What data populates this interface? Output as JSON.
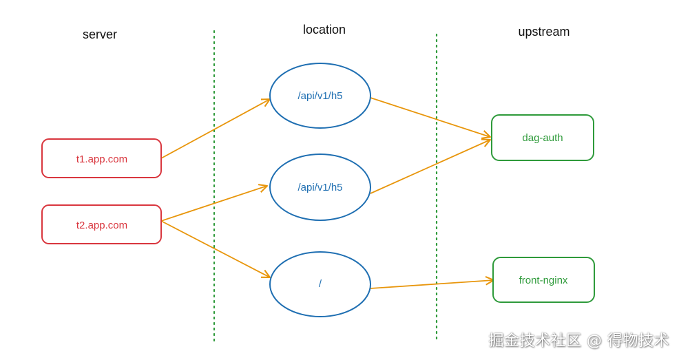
{
  "columns": {
    "server": "server",
    "location": "location",
    "upstream": "upstream"
  },
  "servers": [
    {
      "id": "t1",
      "label": "t1.app.com"
    },
    {
      "id": "t2",
      "label": "t2.app.com"
    }
  ],
  "locations": [
    {
      "id": "loc1",
      "label": "/api/v1/h5"
    },
    {
      "id": "loc2",
      "label": "/api/v1/h5"
    },
    {
      "id": "loc3",
      "label": "/"
    }
  ],
  "upstreams": [
    {
      "id": "dag",
      "label": "dag-auth"
    },
    {
      "id": "front",
      "label": "front-nginx"
    }
  ],
  "edges": [
    {
      "from": "t1",
      "to": "loc1"
    },
    {
      "from": "t2",
      "to": "loc2"
    },
    {
      "from": "t2",
      "to": "loc3"
    },
    {
      "from": "loc1",
      "to": "dag"
    },
    {
      "from": "loc2",
      "to": "dag"
    },
    {
      "from": "loc3",
      "to": "front"
    }
  ],
  "colors": {
    "server": "#d9363e",
    "location": "#1f6fb2",
    "upstream": "#2e9a3a",
    "arrow": "#e8960c",
    "divider": "#2e9a3a"
  },
  "watermark": "掘金技术社区 @ 得物技术"
}
